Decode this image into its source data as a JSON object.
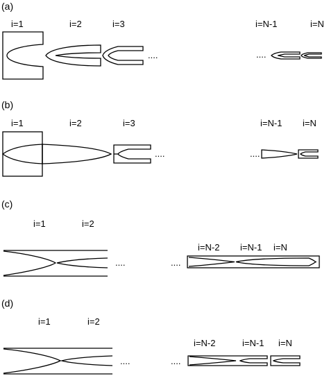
{
  "panels": [
    {
      "tag": "(a)",
      "labels": [
        "i=1",
        "i=2",
        "i=3",
        "i=N-1",
        "i=N"
      ],
      "dots": [
        "....",
        "...."
      ]
    },
    {
      "tag": "(b)",
      "labels": [
        "i=1",
        "i=2",
        "i=3",
        "i=N-1",
        "i=N"
      ],
      "dots": [
        "....",
        "...."
      ]
    },
    {
      "tag": "(c)",
      "labels": [
        "i=1",
        "i=2",
        "i=N-2",
        "i=N-1",
        "i=N"
      ],
      "dots": [
        "....",
        "...."
      ]
    },
    {
      "tag": "(d)",
      "labels": [
        "i=1",
        "i=2",
        "i=N-2",
        "i=N-1",
        "i=N"
      ],
      "dots": [
        "....",
        "...."
      ]
    }
  ]
}
